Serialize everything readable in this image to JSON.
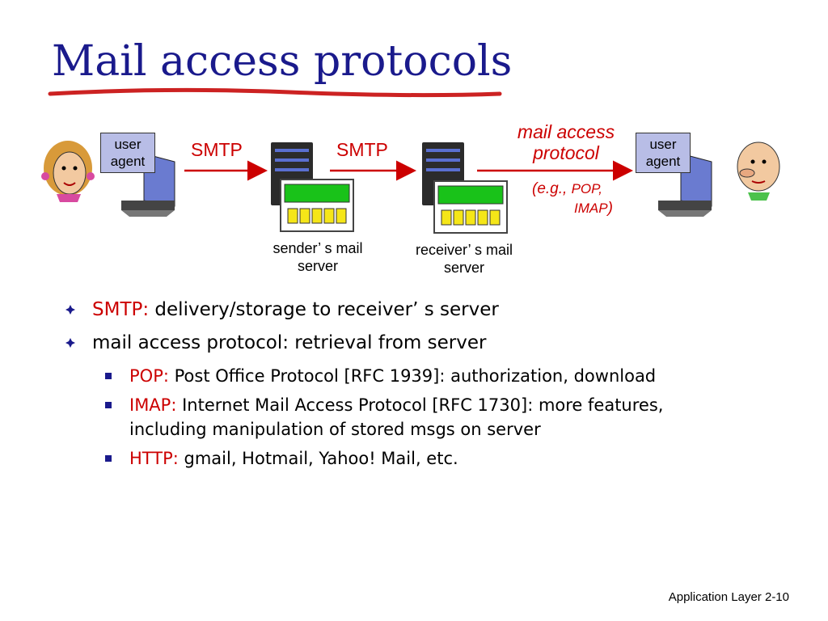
{
  "slide": {
    "title": "Mail access protocols",
    "footer": "Application Layer 2-10"
  },
  "diagram": {
    "left_agent": "user\nagent",
    "right_agent": "user\nagent",
    "smtp_left": "SMTP",
    "smtp_right": "SMTP",
    "mail_access_label": "mail access\nprotocol",
    "eg_prefix": "(e.g., ",
    "eg_pop": "POP,",
    "eg_imap": "IMAP",
    "eg_close": ")",
    "sender_server": "sender’ s mail\nserver",
    "receiver_server": "receiver’ s mail\nserver",
    "colors": {
      "title": "#1a1a8c",
      "accent": "#cc0000",
      "agent_box": "#b8bde6"
    }
  },
  "bullets": [
    {
      "label": "SMTP:",
      "text": " delivery/storage to receiver’ s server"
    },
    {
      "label": "",
      "text": "mail access protocol: retrieval from server",
      "sub": [
        {
          "label": "POP:",
          "text": " Post Office Protocol [RFC 1939]: authorization, download"
        },
        {
          "label": "IMAP:",
          "text": " Internet Mail Access Protocol [RFC 1730]: more features, including manipulation of stored msgs on server"
        },
        {
          "label": "HTTP:",
          "text": " gmail, Hotmail, Yahoo! Mail, etc."
        }
      ]
    }
  ]
}
